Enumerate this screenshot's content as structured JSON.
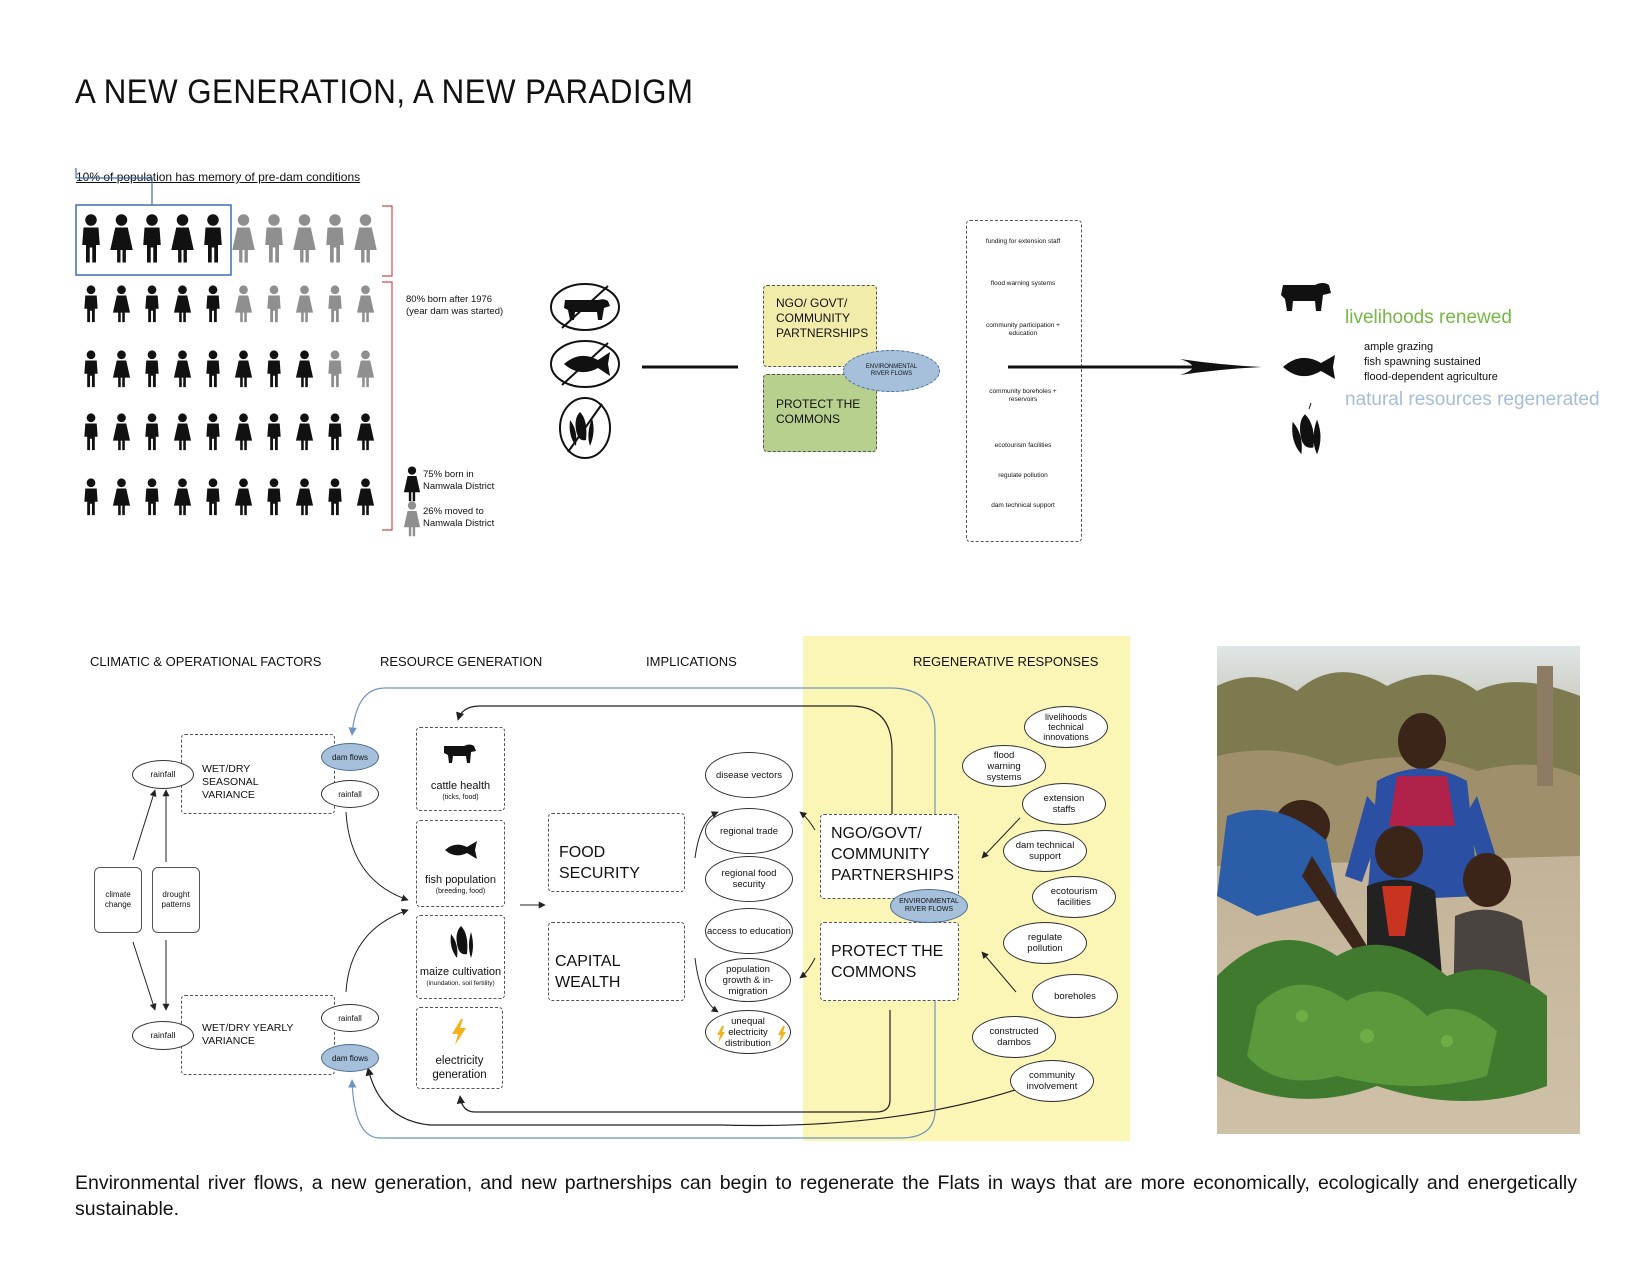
{
  "title": "A NEW GENERATION, A NEW PARADIGM",
  "population": {
    "memory_note": "10% of population has memory of pre-dam conditions",
    "born_after_line1": "80% born after 1976",
    "born_after_line2": "(year dam was started)",
    "born_namwala_line1": "75% born in",
    "born_namwala_line2": "Namwala District",
    "moved_line1": "26% moved to",
    "moved_line2": "Namwala District"
  },
  "top_flow": {
    "partnerships_label": "NGO/ GOVT/ COMMUNITY PARTNERSHIPS",
    "commons_label": "PROTECT THE COMMONS",
    "env_flows_label": "ENVIRONMENTAL RIVER FLOWS",
    "actions": [
      "funding for extension staff",
      "flood warning systems",
      "community participation + education",
      "community boreholes + reservoirs",
      "ecotourism facilities",
      "regulate pollution",
      "dam technical support"
    ],
    "livelihoods_renewed": "livelihoods renewed",
    "outcomes": [
      "ample grazing",
      "fish spawning sustained",
      "flood-dependent agriculture"
    ],
    "resources_regenerated": "natural resources regenerated"
  },
  "diagram": {
    "headers": [
      "CLIMATIC &  OPERATIONAL FACTORS",
      "RESOURCE GENERATION",
      "IMPLICATIONS",
      "REGENERATIVE RESPONSES"
    ],
    "climate_change": "climate change",
    "drought_patterns": "drought patterns",
    "seasonal_variance": "WET/DRY SEASONAL VARIANCE",
    "yearly_variance": "WET/DRY YEARLY  VARIANCE",
    "rainfall": "rainfall",
    "dam_flows": "dam flows",
    "resources": [
      {
        "name": "cattle health",
        "sub": "(ticks, food)"
      },
      {
        "name": "fish population",
        "sub": "(breeding, food)"
      },
      {
        "name": "maize cultivation",
        "sub": "(inundation, soil fertility)"
      },
      {
        "name": "electricity generation",
        "sub": ""
      }
    ],
    "food_security": "FOOD SECURITY",
    "capital_wealth": "CAPITAL WEALTH",
    "implications": [
      "disease vectors",
      "regional trade",
      "regional food security",
      "access to education",
      "population growth & in-migration",
      "unequal electricity distribution"
    ],
    "partnerships": "NGO/GOVT/ COMMUNITY PARTNERSHIPS",
    "protect_commons": "PROTECT THE COMMONS",
    "env_flows": "ENVIRONMENTAL RIVER FLOWS",
    "responses": [
      "livelihoods technical innovations",
      "flood warning systems",
      "extension staffs",
      "dam technical support",
      "ecotourism facilities",
      "regulate pollution",
      "boreholes",
      "constructed dambos",
      "community involvement"
    ],
    "highlight_color": "#fbf6b5",
    "flow_color": "#a6c0db"
  },
  "caption": "Environmental river flows, a new generation, and new partnerships can begin to regenerate the Flats in ways that are more economically, ecologically and energetically sustainable.",
  "colors": {
    "green_title": "#77b843",
    "blue_title": "#a4bed6",
    "partnerships_fill": "#f2ecab",
    "commons_fill": "#b8d08e"
  }
}
